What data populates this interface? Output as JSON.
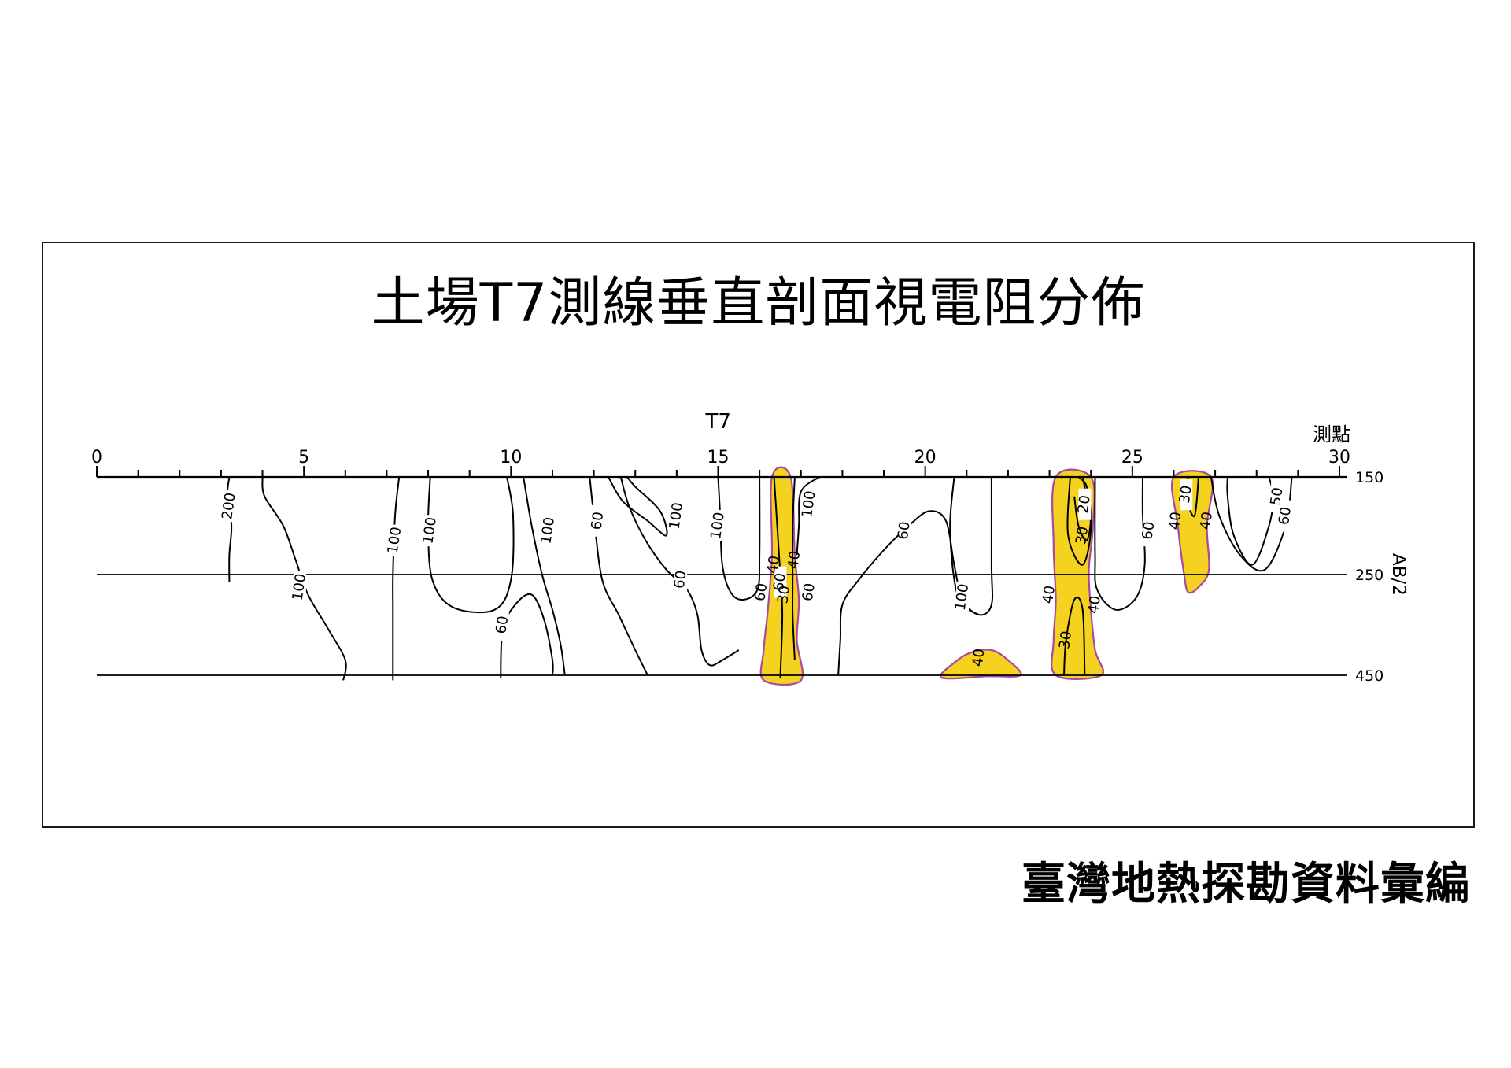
{
  "page": {
    "title": "土場T7測線垂直剖面視電阻分佈",
    "credit": "臺灣地熱探勘資料彙編"
  },
  "colors": {
    "low_fill": "#f5d21f",
    "low_edge": "#a54aa0",
    "line": "#000000"
  },
  "chart_data": {
    "type": "contour",
    "line_name": "T7",
    "x_axis_label": "測點",
    "y_axis_label": "AB/2",
    "x_range": [
      0,
      30
    ],
    "x_tick_labels": [
      "0",
      "5",
      "10",
      "15",
      "20",
      "25",
      "30"
    ],
    "x_tick_values": [
      0,
      5,
      10,
      15,
      20,
      25,
      30
    ],
    "x_minor_step": 1,
    "depth_levels": [
      {
        "value": 150,
        "label": "150"
      },
      {
        "value": 250,
        "label": "250"
      },
      {
        "value": 450,
        "label": "450"
      }
    ],
    "highlight_threshold": 40,
    "contours": [
      {
        "level": 200,
        "label": "200",
        "label_at": [
          3.2,
          180
        ],
        "points": [
          [
            3.2,
            150
          ],
          [
            3.15,
            170
          ],
          [
            3.25,
            200
          ],
          [
            3.2,
            230
          ],
          [
            3.2,
            265
          ]
        ]
      },
      {
        "level": 100,
        "label": "100",
        "label_at": [
          4.9,
          275
        ],
        "points": [
          [
            4.0,
            150
          ],
          [
            4.05,
            170
          ],
          [
            4.5,
            200
          ],
          [
            4.8,
            235
          ],
          [
            5.1,
            290
          ],
          [
            5.6,
            360
          ],
          [
            6.0,
            420
          ],
          [
            5.95,
            460
          ]
        ]
      },
      {
        "level": 100,
        "label": "100",
        "label_at": [
          7.2,
          215
        ],
        "points": [
          [
            7.3,
            150
          ],
          [
            7.2,
            190
          ],
          [
            7.15,
            250
          ],
          [
            7.15,
            320
          ],
          [
            7.15,
            400
          ],
          [
            7.15,
            460
          ]
        ]
      },
      {
        "level": 100,
        "label": "100",
        "label_at": [
          8.05,
          205
        ],
        "points": [
          [
            8.05,
            150
          ],
          [
            8.0,
            200
          ],
          [
            8.1,
            260
          ],
          [
            8.6,
            315
          ],
          [
            9.6,
            320
          ],
          [
            10.0,
            260
          ],
          [
            10.05,
            190
          ],
          [
            9.9,
            150
          ]
        ]
      },
      {
        "level": 100,
        "label": "100",
        "label_at": [
          10.9,
          205
        ],
        "points": [
          [
            10.3,
            150
          ],
          [
            10.5,
            200
          ],
          [
            10.75,
            250
          ],
          [
            11.0,
            320
          ],
          [
            11.2,
            390
          ],
          [
            11.3,
            450
          ]
        ]
      },
      {
        "level": 60,
        "label": "60",
        "label_at": [
          9.8,
          350
        ],
        "points": [
          [
            9.75,
            455
          ],
          [
            9.8,
            360
          ],
          [
            10.1,
            310
          ],
          [
            10.5,
            290
          ],
          [
            10.8,
            340
          ],
          [
            11.0,
            420
          ],
          [
            11.0,
            450
          ]
        ]
      },
      {
        "level": 60,
        "label": "60",
        "label_at": [
          12.1,
          195
        ],
        "points": [
          [
            11.9,
            150
          ],
          [
            12.0,
            190
          ],
          [
            12.2,
            260
          ],
          [
            12.6,
            330
          ],
          [
            13.0,
            400
          ],
          [
            13.3,
            450
          ]
        ]
      },
      {
        "level": 100,
        "label": "100",
        "label_at": [
          14.0,
          190
        ],
        "points": [
          [
            12.35,
            150
          ],
          [
            12.7,
            175
          ],
          [
            13.3,
            195
          ],
          [
            13.75,
            210
          ],
          [
            13.6,
            185
          ],
          [
            13.0,
            160
          ],
          [
            12.8,
            150
          ]
        ]
      },
      {
        "level": 60,
        "label": "60",
        "label_at": [
          14.1,
          260
        ],
        "points": [
          [
            12.65,
            150
          ],
          [
            12.85,
            180
          ],
          [
            13.25,
            215
          ],
          [
            13.75,
            245
          ],
          [
            14.25,
            280
          ],
          [
            14.5,
            330
          ],
          [
            14.6,
            400
          ],
          [
            14.8,
            430
          ],
          [
            15.1,
            420
          ],
          [
            15.5,
            400
          ]
        ]
      },
      {
        "level": 100,
        "label": "100",
        "label_at": [
          15.0,
          200
        ],
        "points": [
          [
            15.0,
            150
          ],
          [
            15.05,
            190
          ],
          [
            15.1,
            240
          ],
          [
            15.3,
            285
          ],
          [
            15.6,
            300
          ],
          [
            15.95,
            280
          ],
          [
            16.0,
            230
          ],
          [
            16.0,
            150
          ]
        ]
      },
      {
        "level": 60,
        "label": "60",
        "label_at": [
          16.5,
          265
        ],
        "points": [
          [
            16.85,
            150
          ],
          [
            16.8,
            200
          ],
          [
            16.8,
            260
          ],
          [
            16.8,
            330
          ],
          [
            16.85,
            420
          ]
        ]
      },
      {
        "level": 100,
        "label": "100",
        "label_at": [
          17.2,
          178
        ],
        "points": [
          [
            17.45,
            150
          ],
          [
            17.0,
            165
          ],
          [
            16.95,
            200
          ],
          [
            16.9,
            230
          ]
        ]
      },
      {
        "level": 60,
        "label": "60",
        "label_at": [
          19.5,
          205
        ],
        "points": [
          [
            17.9,
            450
          ],
          [
            17.95,
            380
          ],
          [
            18.0,
            310
          ],
          [
            18.4,
            260
          ],
          [
            19.0,
            225
          ],
          [
            19.6,
            200
          ],
          [
            20.1,
            185
          ],
          [
            20.5,
            195
          ],
          [
            20.7,
            240
          ],
          [
            20.9,
            300
          ],
          [
            21.3,
            330
          ],
          [
            21.6,
            310
          ],
          [
            21.6,
            240
          ],
          [
            21.6,
            150
          ]
        ]
      },
      {
        "level": 100,
        "label": "100",
        "label_at": [
          20.9,
          295
        ],
        "points": [
          [
            20.7,
            150
          ],
          [
            20.6,
            200
          ],
          [
            20.7,
            260
          ],
          [
            20.9,
            310
          ],
          [
            21.3,
            330
          ]
        ]
      },
      {
        "level": 60,
        "label": "60",
        "label_at": [
          25.4,
          205
        ],
        "points": [
          [
            25.25,
            150
          ],
          [
            25.25,
            190
          ],
          [
            25.3,
            240
          ],
          [
            25.1,
            295
          ],
          [
            24.6,
            320
          ],
          [
            24.15,
            280
          ],
          [
            24.1,
            230
          ],
          [
            24.1,
            150
          ]
        ]
      },
      {
        "level": 50,
        "label": "50",
        "label_at": [
          28.5,
          170
        ],
        "points": [
          [
            28.3,
            150
          ],
          [
            28.4,
            170
          ],
          [
            28.3,
            200
          ],
          [
            27.9,
            240
          ],
          [
            27.45,
            210
          ],
          [
            27.3,
            170
          ],
          [
            27.3,
            150
          ]
        ]
      },
      {
        "level": 60,
        "label": "60",
        "label_at": [
          28.7,
          190
        ],
        "points": [
          [
            28.85,
            150
          ],
          [
            28.7,
            200
          ],
          [
            28.2,
            245
          ],
          [
            27.6,
            230
          ],
          [
            27.1,
            190
          ],
          [
            26.9,
            150
          ]
        ]
      },
      {
        "level": 30,
        "label": "30",
        "label_at": [
          26.3,
          168
        ],
        "points": [
          [
            26.35,
            150
          ],
          [
            26.3,
            170
          ],
          [
            26.5,
            190
          ],
          [
            26.6,
            150
          ]
        ]
      },
      {
        "level": 20,
        "label": "20",
        "label_at": [
          23.85,
          178
        ],
        "points": [
          [
            23.6,
            170
          ],
          [
            23.7,
            200
          ],
          [
            23.9,
            215
          ],
          [
            24.0,
            190
          ],
          [
            23.9,
            160
          ],
          [
            23.7,
            150
          ]
        ]
      }
    ],
    "low_zones": [
      {
        "level": 40,
        "label": "40",
        "points": [
          [
            16.3,
            150
          ],
          [
            16.75,
            150
          ],
          [
            16.85,
            230
          ],
          [
            16.95,
            300
          ],
          [
            16.9,
            380
          ],
          [
            17.0,
            460
          ],
          [
            16.1,
            460
          ],
          [
            16.1,
            400
          ],
          [
            16.2,
            320
          ],
          [
            16.3,
            230
          ]
        ]
      },
      {
        "level": 40,
        "label": "40",
        "points": [
          [
            20.4,
            455
          ],
          [
            20.7,
            425
          ],
          [
            21.1,
            405
          ],
          [
            21.6,
            400
          ],
          [
            22.0,
            420
          ],
          [
            22.3,
            450
          ],
          [
            21.5,
            452
          ]
        ]
      },
      {
        "level": 40,
        "label": "40",
        "points": [
          [
            23.15,
            150
          ],
          [
            24.0,
            150
          ],
          [
            24.05,
            200
          ],
          [
            23.95,
            245
          ],
          [
            24.0,
            320
          ],
          [
            24.1,
            400
          ],
          [
            24.25,
            450
          ],
          [
            23.15,
            450
          ],
          [
            23.1,
            380
          ],
          [
            23.15,
            300
          ],
          [
            23.1,
            220
          ]
        ]
      },
      {
        "level": 40,
        "label": "40",
        "points": [
          [
            26.0,
            150
          ],
          [
            26.9,
            150
          ],
          [
            26.8,
            200
          ],
          [
            26.85,
            245
          ],
          [
            26.6,
            275
          ],
          [
            26.35,
            285
          ],
          [
            26.25,
            250
          ],
          [
            26.1,
            200
          ]
        ]
      }
    ],
    "low_zone_labels": [
      {
        "text": "40",
        "at": [
          16.35,
          240
        ]
      },
      {
        "text": "40",
        "at": [
          16.85,
          235
        ]
      },
      {
        "text": "30",
        "at": [
          16.6,
          290
        ]
      },
      {
        "text": "60",
        "at": [
          16.05,
          285
        ]
      },
      {
        "text": "60",
        "at": [
          17.2,
          285
        ]
      },
      {
        "text": "40",
        "at": [
          21.3,
          415
        ]
      },
      {
        "text": "40",
        "at": [
          23.0,
          290
        ]
      },
      {
        "text": "40",
        "at": [
          24.1,
          310
        ]
      },
      {
        "text": "30",
        "at": [
          23.8,
          210
        ]
      },
      {
        "text": "30",
        "at": [
          23.4,
          380
        ]
      },
      {
        "text": "40",
        "at": [
          26.05,
          195
        ]
      },
      {
        "text": "40",
        "at": [
          26.8,
          195
        ]
      }
    ],
    "inner_lines": [
      {
        "level": 30,
        "points": [
          [
            16.35,
            150
          ],
          [
            16.5,
            250
          ],
          [
            16.55,
            330
          ],
          [
            16.5,
            455
          ]
        ]
      },
      {
        "level": 30,
        "points": [
          [
            23.5,
            150
          ],
          [
            23.45,
            210
          ],
          [
            23.8,
            240
          ],
          [
            24.0,
            200
          ],
          [
            23.8,
            150
          ]
        ]
      },
      {
        "level": 30,
        "points": [
          [
            23.35,
            450
          ],
          [
            23.4,
            380
          ],
          [
            23.6,
            300
          ],
          [
            23.8,
            320
          ],
          [
            23.85,
            450
          ]
        ]
      }
    ]
  }
}
